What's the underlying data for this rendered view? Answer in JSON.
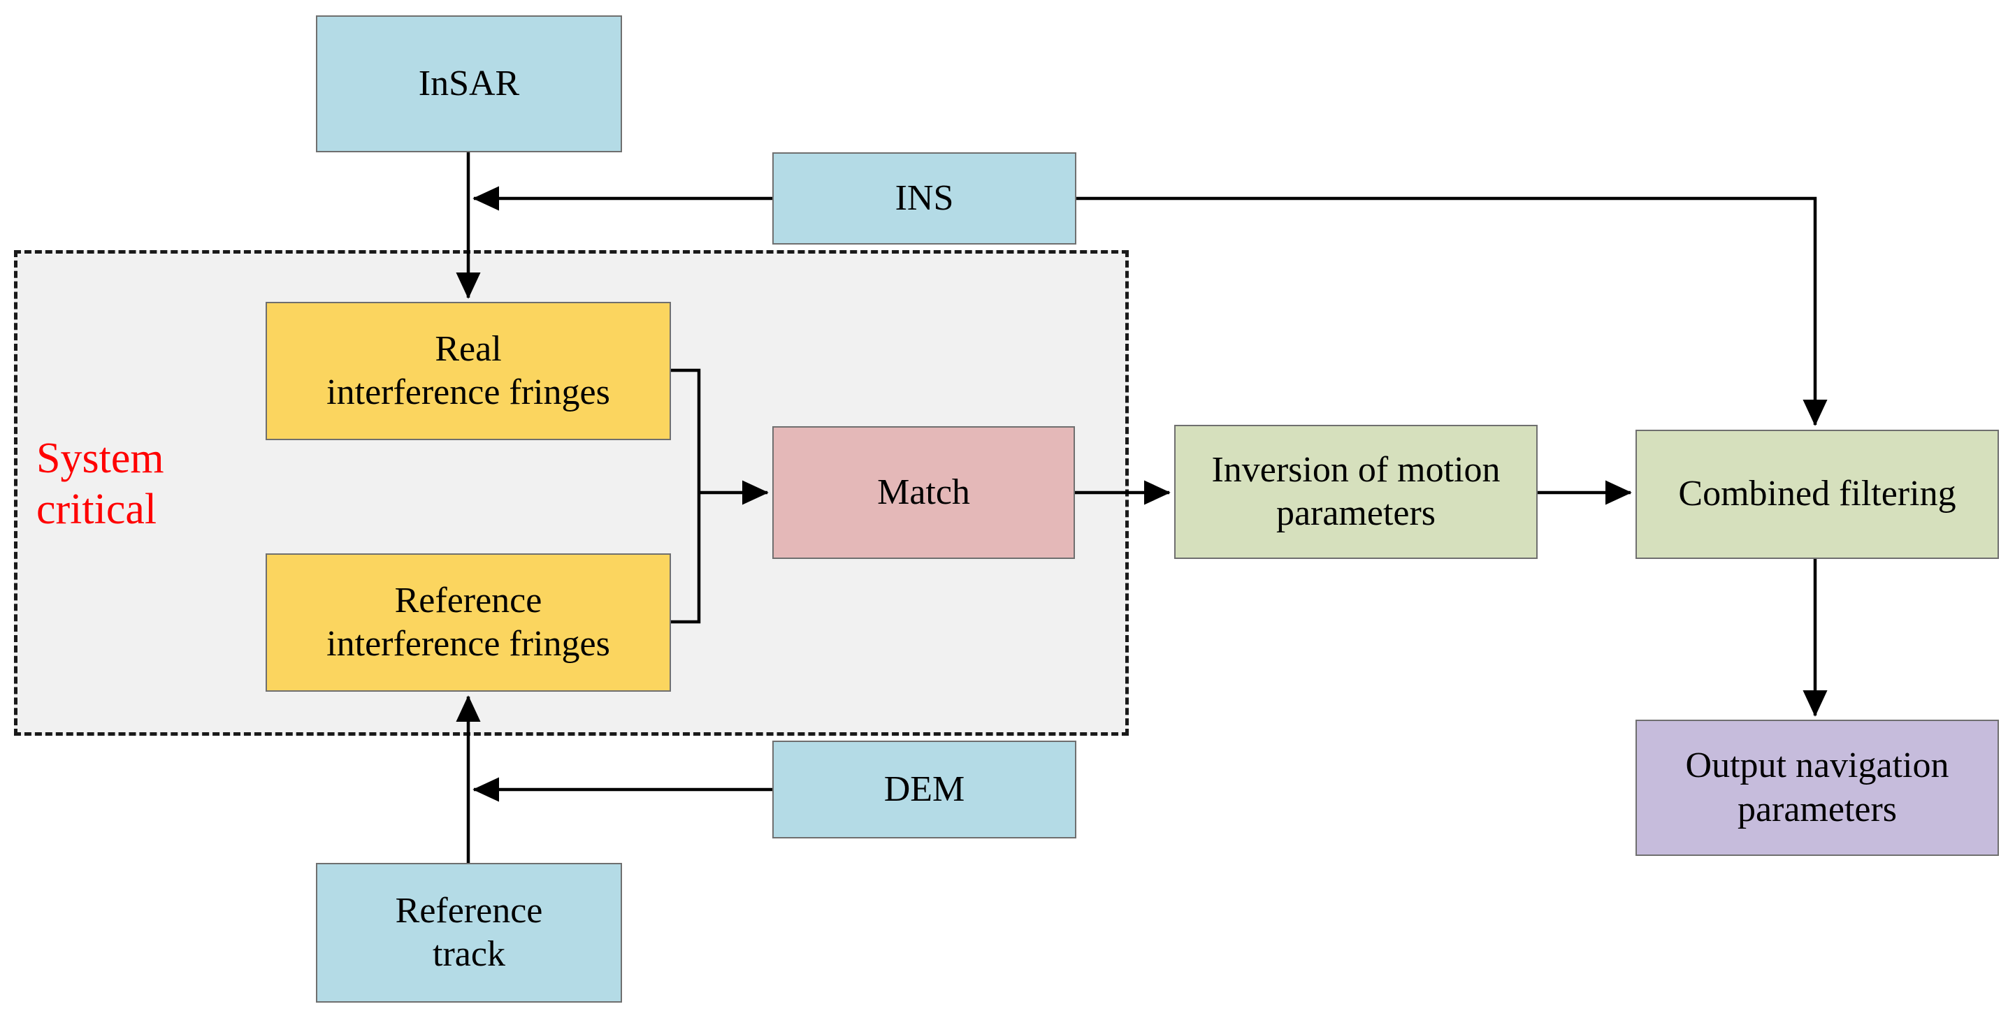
{
  "diagram": {
    "title": "InSAR/INS combined navigation flowchart",
    "region": {
      "label": "System\ncritical",
      "label_color": "#ff0000",
      "fill": "#f1f1f1",
      "border_style": "dashed"
    },
    "colors": {
      "blue": "#b4dbe6",
      "yellow": "#fbd55f",
      "pink": "#e4b8b8",
      "green": "#d6e0bd",
      "purple": "#c6bcdc",
      "edge": "#000000",
      "node_border": "#6f6f6f"
    },
    "nodes": [
      {
        "id": "insar",
        "label": "InSAR",
        "color": "blue"
      },
      {
        "id": "ins",
        "label": "INS",
        "color": "blue"
      },
      {
        "id": "real",
        "label": "Real\ninterference fringes",
        "color": "yellow"
      },
      {
        "id": "reference",
        "label": "Reference\ninterference fringes",
        "color": "yellow"
      },
      {
        "id": "match",
        "label": "Match",
        "color": "pink"
      },
      {
        "id": "inversion",
        "label": "Inversion of motion\nparameters",
        "color": "green"
      },
      {
        "id": "combined",
        "label": "Combined filtering",
        "color": "green"
      },
      {
        "id": "output",
        "label": "Output navigation\nparameters",
        "color": "purple"
      },
      {
        "id": "dem",
        "label": "DEM",
        "color": "blue"
      },
      {
        "id": "track",
        "label": "Reference\ntrack",
        "color": "blue"
      }
    ],
    "edges": [
      {
        "from": "insar",
        "to": "real",
        "label": ""
      },
      {
        "from": "ins",
        "to": "insar",
        "label": ""
      },
      {
        "from": "ins",
        "to": "combined",
        "label": ""
      },
      {
        "from": "real",
        "to": "match",
        "label": ""
      },
      {
        "from": "reference",
        "to": "match",
        "label": ""
      },
      {
        "from": "match",
        "to": "inversion",
        "label": ""
      },
      {
        "from": "inversion",
        "to": "combined",
        "label": ""
      },
      {
        "from": "combined",
        "to": "output",
        "label": ""
      },
      {
        "from": "dem",
        "to": "reference",
        "label": ""
      },
      {
        "from": "track",
        "to": "reference",
        "label": ""
      }
    ]
  }
}
